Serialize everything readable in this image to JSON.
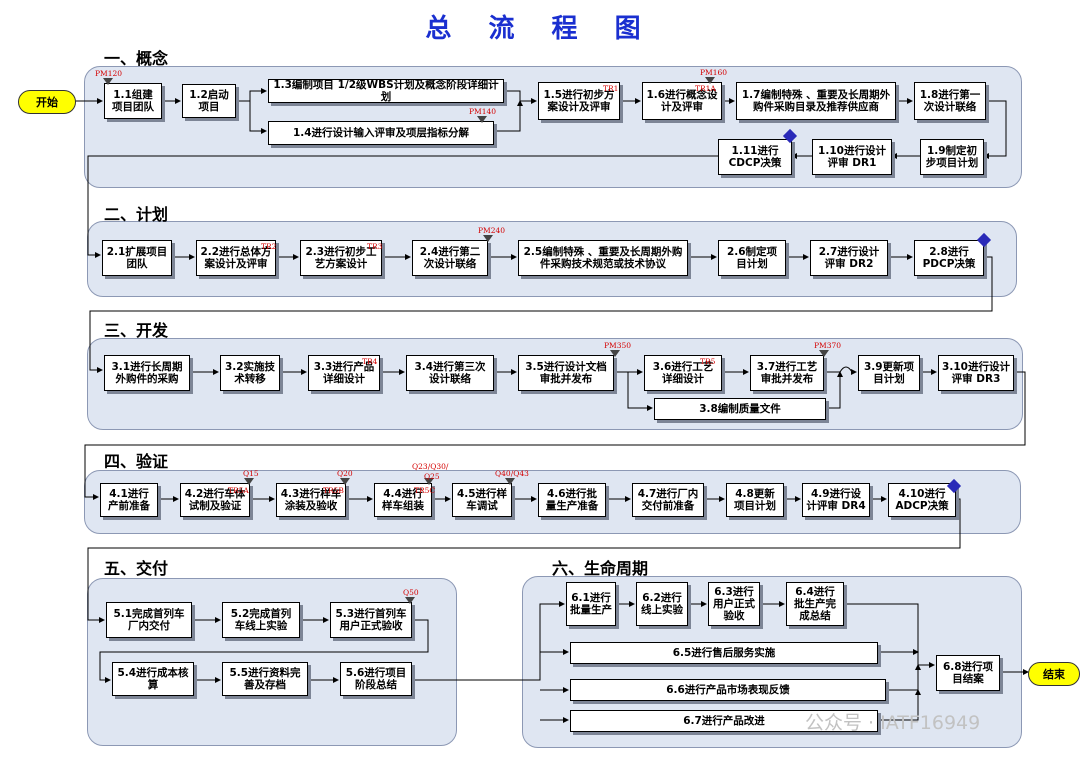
{
  "title": "总 流 程 图",
  "sections": {
    "s1": "一、概念",
    "s2": "二、计划",
    "s3": "三、开发",
    "s4": "四、验证",
    "s5": "五、交付",
    "s6": "六、生命周期"
  },
  "start": "开始",
  "end": "结束",
  "watermark": "公众号 · IATF16949",
  "steps": {
    "b1_1": "1.1组建项目团队",
    "b1_2": "1.2启动项目",
    "b1_3": "1.3编制项目 1/2级WBS计划及概念阶段详细计划",
    "b1_4": "1.4进行设计输入评审及项层指标分解",
    "b1_5": "1.5进行初步方案设计及评审",
    "b1_6": "1.6进行概念设计及评审",
    "b1_7": "1.7编制特殊 、重要及长周期外购件采购目录及推荐供应商",
    "b1_8": "1.8进行第一次设计联络",
    "b1_9": "1.9制定初步项目计划",
    "b1_10": "1.10进行设计评审 DR1",
    "b1_11": "1.11进行CDCP决策",
    "b2_1": "2.1扩展项目团队",
    "b2_2": "2.2进行总体方案设计及评审",
    "b2_3": "2.3进行初步工艺方案设计",
    "b2_4": "2.4进行第二次设计联络",
    "b2_5": "2.5编制特殊 、重要及长周期外购件采购技术规范或技术协议",
    "b2_6": "2.6制定项目计划",
    "b2_7": "2.7进行设计评审 DR2",
    "b2_8": "2.8进行PDCP决策",
    "b3_1": "3.1进行长周期外购件的采购",
    "b3_2": "3.2实施技术转移",
    "b3_3": "3.3进行产品详细设计",
    "b3_4": "3.4进行第三次设计联络",
    "b3_5": "3.5进行设计文档审批并发布",
    "b3_6": "3.6进行工艺详细设计",
    "b3_7": "3.7进行工艺审批并发布",
    "b3_8": "3.8编制质量文件",
    "b3_9": "3.9更新项目计划",
    "b3_10": "3.10进行设计评审 DR3",
    "b4_1": "4.1进行产前准备",
    "b4_2": "4.2进行车体试制及验证",
    "b4_3": "4.3进行样车涂装及验收",
    "b4_4": "4.4进行样车组装",
    "b4_5": "4.5进行样车调试",
    "b4_6": "4.6进行批量生产准备",
    "b4_7": "4.7进行厂内交付前准备",
    "b4_8": "4.8更新项目计划",
    "b4_9": "4.9进行设计评审 DR4",
    "b4_10": "4.10进行ADCP决策",
    "b5_1": "5.1完成首列车厂内交付",
    "b5_2": "5.2完成首列车线上实验",
    "b5_3": "5.3进行首列车用户正式验收",
    "b5_4": "5.4进行成本核算",
    "b5_5": "5.5进行资料完善及存档",
    "b5_6": "5.6进行项目阶段总结",
    "b6_1": "6.1进行批量生产",
    "b6_2": "6.2进行线上实验",
    "b6_3": "6.3进行用户正式验收",
    "b6_4": "6.4进行批生产完成总结",
    "b6_5": "6.5进行售后服务实施",
    "b6_6": "6.6进行产品市场表现反馈",
    "b6_7": "6.7进行产品改进",
    "b6_8": "6.8进行项目结案"
  },
  "markers": {
    "pm120": "PM120",
    "pm140": "PM140",
    "pm160": "PM160",
    "tr1": "TR1",
    "tr1a": "TR1A",
    "pm240": "PM240",
    "tr2": "TR2",
    "tr3": "TR3",
    "pm350": "PM350",
    "pm370": "PM370",
    "tr4": "TR4",
    "tr5": "TR5",
    "q15": "Q15",
    "tr5a": "TR5A",
    "q20": "Q20",
    "tr5b": "TR5B",
    "q23": "Q23/Q30/",
    "q25": "Q25",
    "tr5c": "TR5C",
    "q40": "Q40/Q43",
    "q50": "Q50"
  },
  "colors": {
    "title": "#1a2fd0",
    "panel": "#dfe6f2",
    "marker_text": "#d40000",
    "start_end": "#ffff00",
    "decision_diamond": "#2a2ab8"
  }
}
